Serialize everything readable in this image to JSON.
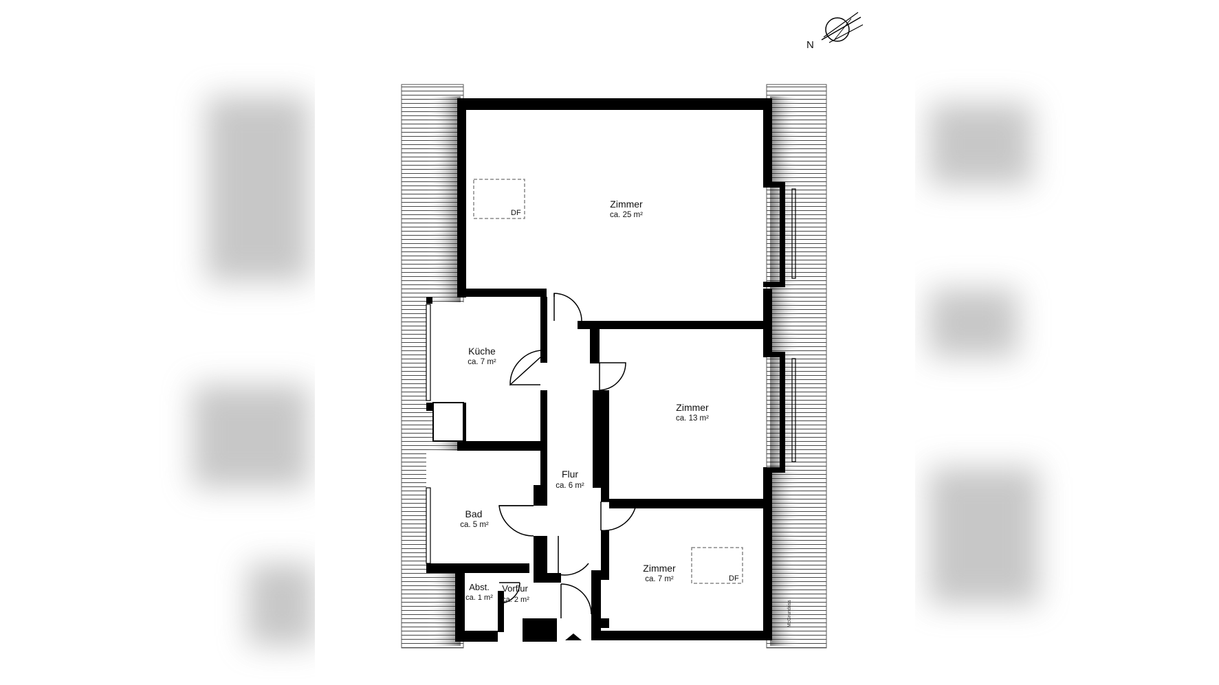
{
  "compass": {
    "north_label": "N"
  },
  "rooms": {
    "zimmer_large": {
      "name": "Zimmer",
      "area": "ca. 25 m²"
    },
    "kueche": {
      "name": "Küche",
      "area": "ca. 7 m²"
    },
    "zimmer_mid": {
      "name": "Zimmer",
      "area": "ca. 13 m²"
    },
    "flur": {
      "name": "Flur",
      "area": "ca. 6 m²"
    },
    "bad": {
      "name": "Bad",
      "area": "ca. 5 m²"
    },
    "zimmer_small": {
      "name": "Zimmer",
      "area": "ca. 7 m²"
    },
    "abst": {
      "name": "Abst.",
      "area": "ca. 1 m²"
    },
    "vorflur": {
      "name": "Vorflur",
      "area": "ca. 2 m²"
    }
  },
  "skylights": {
    "label": "DF"
  },
  "credit": "McGrundriss",
  "colors": {
    "wall": "#000000",
    "background": "#ffffff",
    "hatch": "#555555"
  }
}
